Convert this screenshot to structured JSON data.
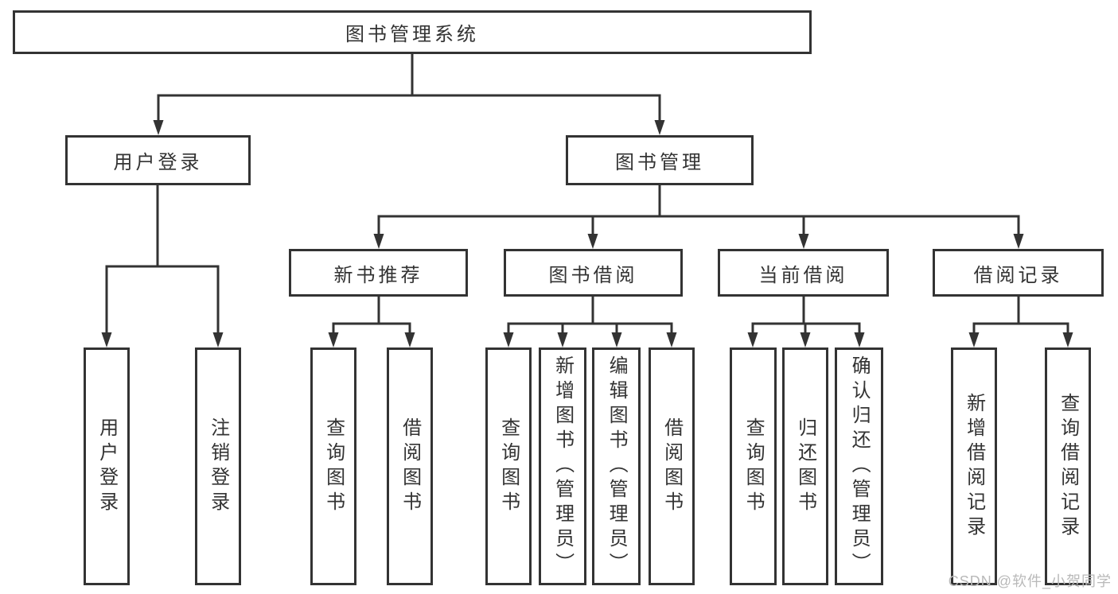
{
  "diagram": {
    "root": {
      "label": "图书管理系统"
    },
    "branches": [
      {
        "label": "用户登录",
        "children": [
          "用户登录",
          "注销登录"
        ]
      },
      {
        "label": "图书管理",
        "groups": [
          {
            "label": "新书推荐",
            "children": [
              "查询图书",
              "借阅图书"
            ]
          },
          {
            "label": "图书借阅",
            "children": [
              "查询图书",
              "新增图书（管理员）",
              "编辑图书（管理员）",
              "借阅图书"
            ]
          },
          {
            "label": "当前借阅",
            "children": [
              "查询图书",
              "归还图书",
              "确认归还（管理员）"
            ]
          },
          {
            "label": "借阅记录",
            "children": [
              "新增借阅记录",
              "查询借阅记录"
            ]
          }
        ]
      }
    ],
    "colors": {
      "line": "#333333",
      "text": "#333333",
      "background": "#ffffff",
      "watermark": "#b9b9b9"
    },
    "watermark": "CSDN @软件_小贺同学"
  }
}
